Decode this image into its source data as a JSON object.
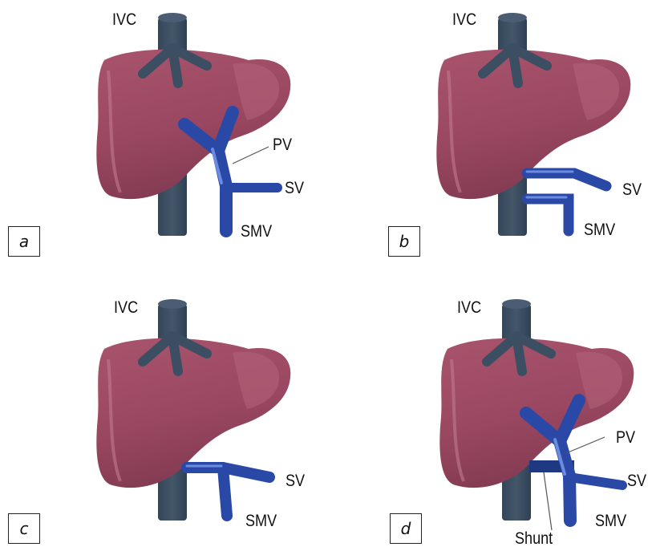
{
  "panels": [
    {
      "id": "a",
      "labels": {
        "ivc": "IVC",
        "pv": "PV",
        "sv": "SV",
        "smv": "SMV"
      }
    },
    {
      "id": "b",
      "labels": {
        "ivc": "IVC",
        "sv": "SV",
        "smv": "SMV"
      }
    },
    {
      "id": "c",
      "labels": {
        "ivc": "IVC",
        "sv": "SV",
        "smv": "SMV"
      }
    },
    {
      "id": "d",
      "labels": {
        "ivc": "IVC",
        "pv": "PV",
        "sv": "SV",
        "smv": "SMV",
        "shunt": "Shunt"
      }
    }
  ],
  "colors": {
    "liver": "#9c4a63",
    "liver_highlight": "#b7677d",
    "liver_shadow": "#7a3249",
    "ivc": "#3c4e62",
    "ivc_dark": "#2d3c4e",
    "portal": "#2a49a6",
    "portal_highlight": "#5679d1",
    "portal_dark": "#1b3380"
  }
}
